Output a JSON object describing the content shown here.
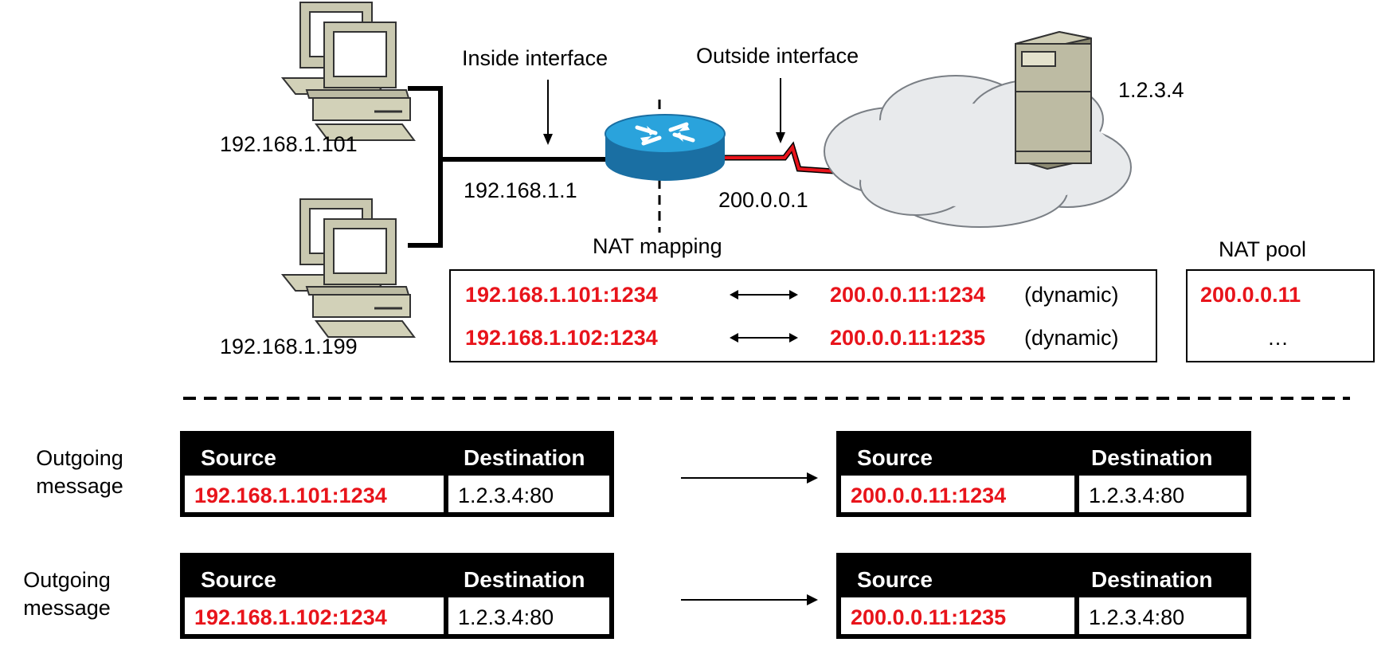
{
  "network": {
    "host1_ip": "192.168.1.101",
    "host2_ip": "192.168.1.199",
    "inside_interface_label": "Inside interface",
    "outside_interface_label": "Outside interface",
    "router_inside_ip": "192.168.1.1",
    "router_outside_ip": "200.0.0.1",
    "server_ip": "1.2.3.4"
  },
  "nat_mapping": {
    "title": "NAT mapping",
    "rows": [
      {
        "inside": "192.168.1.101:1234",
        "outside": "200.0.0.11:1234",
        "type": "(dynamic)"
      },
      {
        "inside": "192.168.1.102:1234",
        "outside": "200.0.0.11:1235",
        "type": "(dynamic)"
      }
    ]
  },
  "nat_pool": {
    "title": "NAT pool",
    "entries": [
      "200.0.0.11",
      "…"
    ]
  },
  "messages": [
    {
      "label": "Outgoing message",
      "before": {
        "source_header": "Source",
        "dest_header": "Destination",
        "source": "192.168.1.101:1234",
        "dest": "1.2.3.4:80"
      },
      "after": {
        "source_header": "Source",
        "dest_header": "Destination",
        "source": "200.0.0.11:1234",
        "dest": "1.2.3.4:80"
      }
    },
    {
      "label": "Outgoing message",
      "before": {
        "source_header": "Source",
        "dest_header": "Destination",
        "source": "192.168.1.102:1234",
        "dest": "1.2.3.4:80"
      },
      "after": {
        "source_header": "Source",
        "dest_header": "Destination",
        "source": "200.0.0.11:1235",
        "dest": "1.2.3.4:80"
      }
    }
  ],
  "colors": {
    "highlight": "#e8141b",
    "router": "#1f8fc9",
    "cloud": "#e8eaec"
  }
}
